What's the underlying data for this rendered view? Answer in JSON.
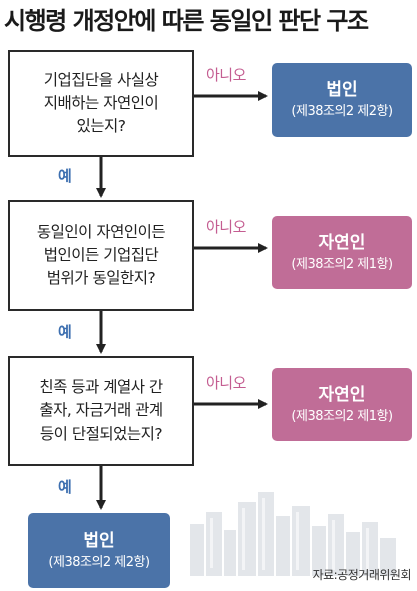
{
  "title": "시행령 개정안에 따른 동일인 판단 구조",
  "questions": [
    {
      "lines": [
        "기업집단을 사실상",
        "지배하는 자연인이",
        "있는지?"
      ]
    },
    {
      "lines": [
        "동일인이 자연인이든",
        "법인이든 기업집단",
        "범위가 동일한지?"
      ]
    },
    {
      "lines": [
        "친족 등과 계열사 간",
        "출자, 자금거래 관계",
        "등이 단절되었는지?"
      ]
    }
  ],
  "no_label": "아니오",
  "yes_label": "예",
  "results": [
    {
      "main": "법인",
      "sub": "(제38조의2 제2항)"
    },
    {
      "main": "자연인",
      "sub": "(제38조의2 제1항)"
    },
    {
      "main": "자연인",
      "sub": "(제38조의2 제1항)"
    }
  ],
  "final": {
    "main": "법인",
    "sub": "(제38조의2 제2항)"
  },
  "source": "자료:공정거래위원회",
  "colors": {
    "blue": "#4b73a8",
    "pink": "#c06d97",
    "no_text": "#c45d91",
    "yes_text": "#3d6fb0"
  }
}
